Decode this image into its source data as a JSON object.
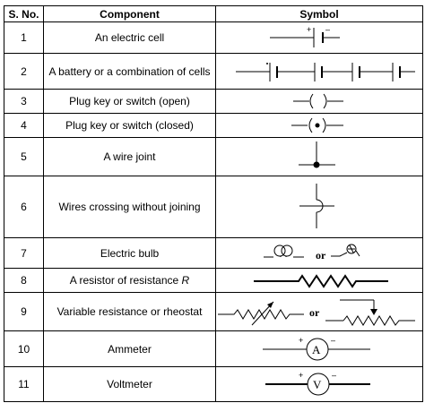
{
  "headers": {
    "sno": "S. No.",
    "component": "Component",
    "symbol": "Symbol"
  },
  "rows": [
    {
      "sno": "1",
      "component": "An electric cell"
    },
    {
      "sno": "2",
      "component": "A battery or a combination of cells"
    },
    {
      "sno": "3",
      "component": "Plug key or switch (open)"
    },
    {
      "sno": "4",
      "component": "Plug key or switch (closed)"
    },
    {
      "sno": "5",
      "component": "A wire joint"
    },
    {
      "sno": "6",
      "component": "Wires crossing without joining"
    },
    {
      "sno": "7",
      "component": "Electric bulb"
    },
    {
      "sno": "8",
      "component_prefix": "A resistor of resistance ",
      "component_var": "R"
    },
    {
      "sno": "9",
      "component": "Variable resistance or rheostat"
    },
    {
      "sno": "10",
      "component": "Ammeter"
    },
    {
      "sno": "11",
      "component": "Voltmeter"
    }
  ],
  "symbol_text": {
    "plus": "+",
    "minus": "–",
    "or": "or",
    "ammeter_letter": "A",
    "voltmeter_letter": "V",
    "dot": "•"
  }
}
